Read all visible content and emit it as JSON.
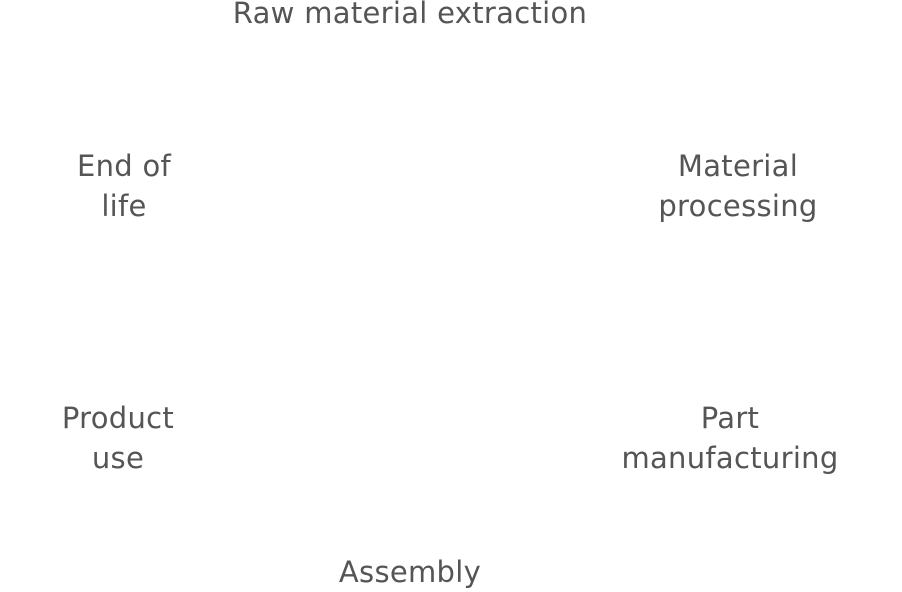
{
  "diagram": {
    "text_color": "#555555",
    "background": "#ffffff",
    "stages": [
      {
        "label": "Raw material extraction"
      },
      {
        "label": "Material\nprocessing"
      },
      {
        "label": "Part\nmanufacturing"
      },
      {
        "label": "Assembly"
      },
      {
        "label": "Product\nuse"
      },
      {
        "label": "End of\nlife"
      }
    ]
  }
}
